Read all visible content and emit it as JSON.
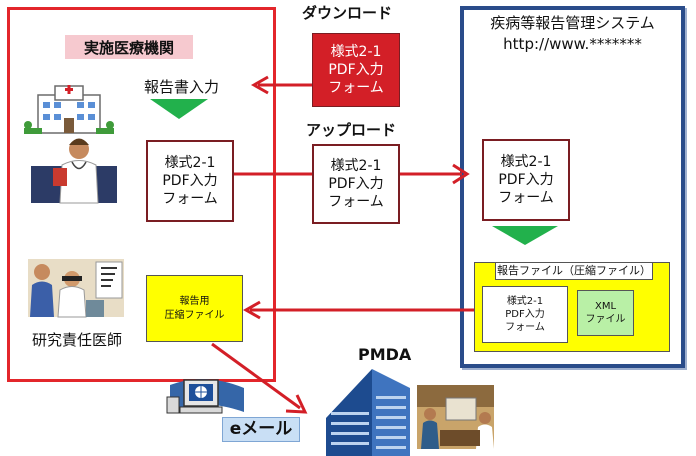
{
  "institution": {
    "label": "実施医療機関"
  },
  "input_label": "報告書入力",
  "researcher_label": "研究責任医師",
  "download_label": "ダウンロード",
  "upload_label": "アップロード",
  "form_label": "様式2-1\nPDF入力\nフォーム",
  "report_package_label": "報告用\n圧縮ファイル",
  "system": {
    "title": "疾病等報告管理システム",
    "url": "http://www.*******"
  },
  "report_file": {
    "header": "報告ファイル（圧縮ファイル）",
    "form": "様式2-1\nPDF入力\nフォーム",
    "xml": "XML\nファイル"
  },
  "email_label": "eメール",
  "pmda_label": "PMDA",
  "colors": {
    "red": "#e3262b",
    "dark_red": "#7a1d22",
    "blue_frame": "#2a4c8a",
    "yellow": "#ffff00",
    "green": "#b9f0a6",
    "pink": "#f6c9cf",
    "arrow_green": "#22b14c"
  },
  "icons": [
    "hospital-icon",
    "doctor-icon",
    "clinician-team-icon",
    "computer-icon",
    "pmda-building-icon",
    "meeting-photo-icon"
  ]
}
